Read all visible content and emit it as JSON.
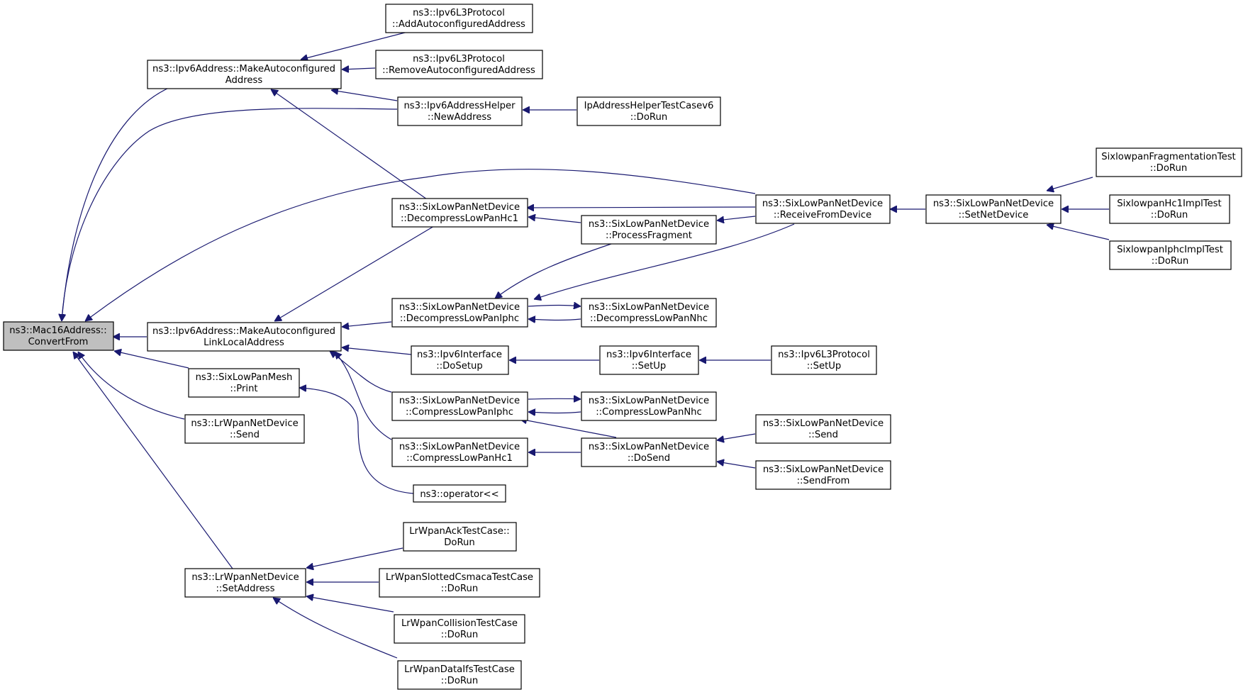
{
  "graph": {
    "type": "caller-graph",
    "colors": {
      "edge": "#191970",
      "node_border": "#000000",
      "root_fill": "#bfbfbf",
      "node_fill": "#ffffff"
    },
    "nodes": [
      {
        "id": "n0",
        "lines": [
          "ns3::Mac16Address::",
          "ConvertFrom"
        ],
        "root": true
      },
      {
        "id": "n1",
        "lines": [
          "ns3::Ipv6Address::MakeAutoconfigured",
          "Address"
        ]
      },
      {
        "id": "n2",
        "lines": [
          "ns3::Ipv6L3Protocol",
          "::AddAutoconfiguredAddress"
        ]
      },
      {
        "id": "n3",
        "lines": [
          "ns3::Ipv6L3Protocol",
          "::RemoveAutoconfiguredAddress"
        ]
      },
      {
        "id": "n4",
        "lines": [
          "ns3::Ipv6AddressHelper",
          "::NewAddress"
        ]
      },
      {
        "id": "n5",
        "lines": [
          "IpAddressHelperTestCasev6",
          "::DoRun"
        ]
      },
      {
        "id": "n6",
        "lines": [
          "ns3::SixLowPanNetDevice",
          "::DecompressLowPanHc1"
        ]
      },
      {
        "id": "n7",
        "lines": [
          "ns3::SixLowPanNetDevice",
          "::ProcessFragment"
        ]
      },
      {
        "id": "n8",
        "lines": [
          "ns3::SixLowPanNetDevice",
          "::ReceiveFromDevice"
        ]
      },
      {
        "id": "n9",
        "lines": [
          "ns3::SixLowPanNetDevice",
          "::SetNetDevice"
        ]
      },
      {
        "id": "n10",
        "lines": [
          "SixlowpanFragmentationTest",
          "::DoRun"
        ]
      },
      {
        "id": "n11",
        "lines": [
          "SixlowpanHc1ImplTest",
          "::DoRun"
        ]
      },
      {
        "id": "n12",
        "lines": [
          "SixlowpanIphcImplTest",
          "::DoRun"
        ]
      },
      {
        "id": "n13",
        "lines": [
          "ns3::Ipv6Address::MakeAutoconfigured",
          "LinkLocalAddress"
        ]
      },
      {
        "id": "n14",
        "lines": [
          "ns3::SixLowPanNetDevice",
          "::DecompressLowPanIphc"
        ]
      },
      {
        "id": "n15",
        "lines": [
          "ns3::SixLowPanNetDevice",
          "::DecompressLowPanNhc"
        ]
      },
      {
        "id": "n16",
        "lines": [
          "ns3::Ipv6Interface",
          "::DoSetup"
        ]
      },
      {
        "id": "n17",
        "lines": [
          "ns3::Ipv6Interface",
          "::SetUp"
        ]
      },
      {
        "id": "n18",
        "lines": [
          "ns3::Ipv6L3Protocol",
          "::SetUp"
        ]
      },
      {
        "id": "n19",
        "lines": [
          "ns3::SixLowPanNetDevice",
          "::CompressLowPanIphc"
        ]
      },
      {
        "id": "n20",
        "lines": [
          "ns3::SixLowPanNetDevice",
          "::CompressLowPanNhc"
        ]
      },
      {
        "id": "n21",
        "lines": [
          "ns3::SixLowPanNetDevice",
          "::CompressLowPanHc1"
        ]
      },
      {
        "id": "n22",
        "lines": [
          "ns3::SixLowPanNetDevice",
          "::DoSend"
        ]
      },
      {
        "id": "n23",
        "lines": [
          "ns3::SixLowPanNetDevice",
          "::Send"
        ]
      },
      {
        "id": "n24",
        "lines": [
          "ns3::SixLowPanNetDevice",
          "::SendFrom"
        ]
      },
      {
        "id": "n25",
        "lines": [
          "ns3::SixLowPanMesh",
          "::Print"
        ]
      },
      {
        "id": "n26",
        "lines": [
          "ns3::operator<<"
        ]
      },
      {
        "id": "n27",
        "lines": [
          "ns3::LrWpanNetDevice",
          "::Send"
        ]
      },
      {
        "id": "n28",
        "lines": [
          "ns3::LrWpanNetDevice",
          "::SetAddress"
        ]
      },
      {
        "id": "n29",
        "lines": [
          "LrWpanAckTestCase::",
          "DoRun"
        ]
      },
      {
        "id": "n30",
        "lines": [
          "LrWpanSlottedCsmacaTestCase",
          "::DoRun"
        ]
      },
      {
        "id": "n31",
        "lines": [
          "LrWpanCollisionTestCase",
          "::DoRun"
        ]
      },
      {
        "id": "n32",
        "lines": [
          "LrWpanDataIfsTestCase",
          "::DoRun"
        ]
      }
    ]
  }
}
